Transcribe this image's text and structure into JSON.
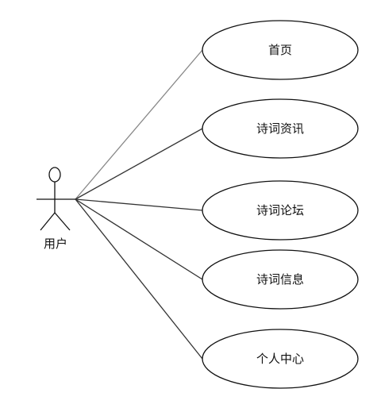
{
  "diagram": {
    "type": "use-case",
    "actor": {
      "label": "用户"
    },
    "use_cases": [
      {
        "label": "首页"
      },
      {
        "label": "诗词资讯"
      },
      {
        "label": "诗词论坛"
      },
      {
        "label": "诗词信息"
      },
      {
        "label": "个人中心"
      }
    ]
  },
  "colors": {
    "line": "#333333",
    "first_line": "#888888",
    "ellipse_stroke": "#111111",
    "fill": "#ffffff"
  }
}
